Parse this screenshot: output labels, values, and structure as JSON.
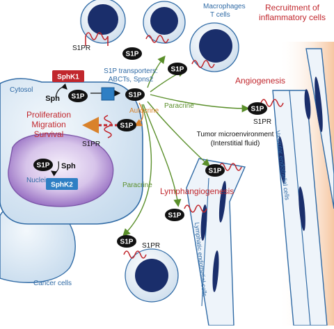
{
  "labels": {
    "s1p": "S1P",
    "s1pr": "S1PR",
    "sph": "Sph",
    "sphk1": "SphK1",
    "sphk2": "SphK2",
    "cytosol": "Cytosol",
    "nuclei": "Nuclei",
    "transporters_line1": "S1P transporters:",
    "transporters_line2": "ABCTs, Spns2",
    "autocrine": "Autocrine",
    "paracrine": "Paracrine",
    "proliferation": "Proliferation",
    "migration": "Migration",
    "survival": "Survival",
    "macrophages": "Macrophages",
    "tcells": "T cells",
    "recruitment_line1": "Recruitment of",
    "recruitment_line2": "inflammatory cells",
    "angiogenesis": "Angiogenesis",
    "tme_line1": "Tumor microenvironment",
    "tme_line2": "(Interstitial fluid)",
    "lymphangiogenesis": "Lymphangiogenesis",
    "vascular_endothelial": "Vascular endothelial cells",
    "lymphatic_endothelial": "Lymphatic endothelial cells",
    "cancer_cells": "Cancer cells"
  },
  "colors": {
    "cell_fill": "#d9e8f5",
    "cell_stroke": "#2f6aa5",
    "nucleus_fill": "#b79ad6",
    "immune_nucleus": "#1a2e6b",
    "receptor": "#c1272d",
    "enzyme_red": "#c1272d",
    "enzyme_blue": "#2e7fc4",
    "arrow_green": "#5a8f2a",
    "arrow_orange": "#d9822b",
    "text_blue": "#2f6aa5",
    "text_red": "#c1272d",
    "vessel_orange": "#f4c9a8"
  }
}
